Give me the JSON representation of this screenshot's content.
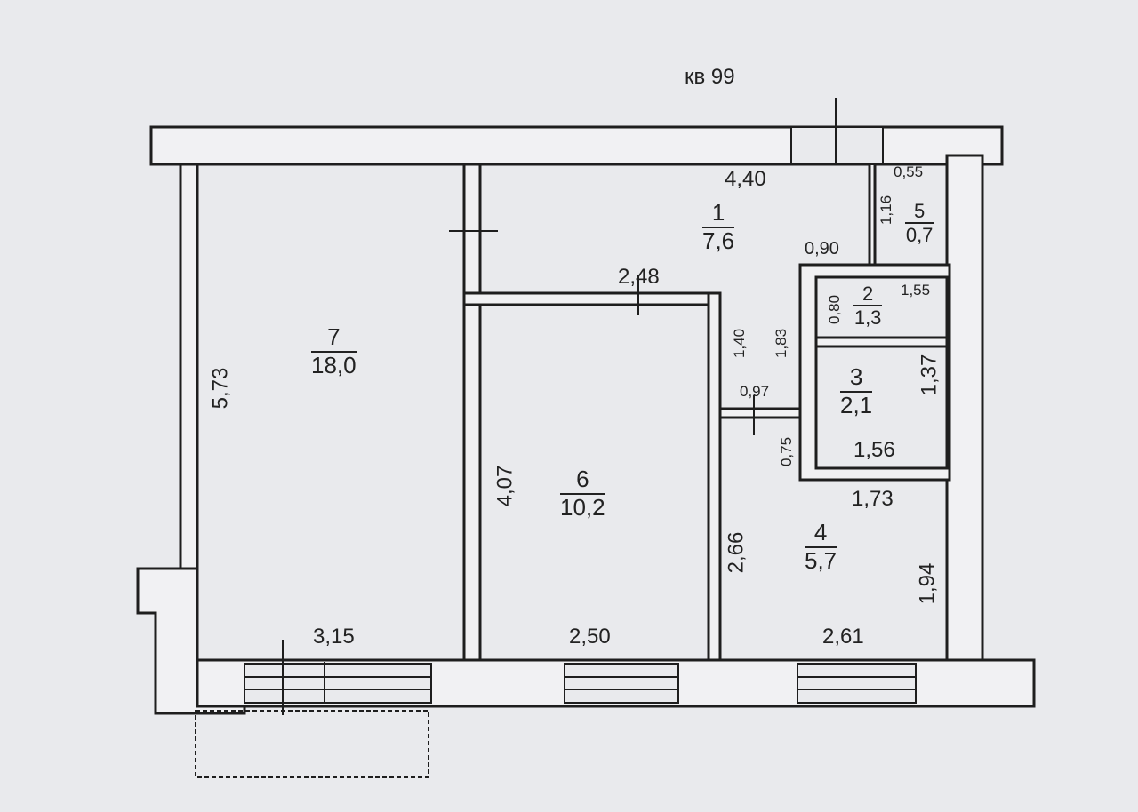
{
  "title": "кв 99",
  "rooms": [
    {
      "number": "1",
      "area": "7,6"
    },
    {
      "number": "2",
      "area": "1,3"
    },
    {
      "number": "3",
      "area": "2,1"
    },
    {
      "number": "4",
      "area": "5,7"
    },
    {
      "number": "5",
      "area": "0,7"
    },
    {
      "number": "6",
      "area": "10,2"
    },
    {
      "number": "7",
      "area": "18,0"
    }
  ],
  "dimensions": {
    "d440": "4,40",
    "d055": "0,55",
    "d116": "1,16",
    "d090": "0,90",
    "d248": "2,48",
    "d080": "0,80",
    "d155": "1,55",
    "d140": "1,40",
    "d183": "1,83",
    "d137": "1,37",
    "d097": "0,97",
    "d075": "0,75",
    "d156": "1,56",
    "d173": "1,73",
    "d194": "1,94",
    "d266": "2,66",
    "d407": "4,07",
    "d573": "5,73",
    "d315": "3,15",
    "d250": "2,50",
    "d261": "2,61"
  },
  "colors": {
    "line": "#1e1e1e",
    "paper": "#e9eaed",
    "wall_fill": "#f1f1f3"
  }
}
